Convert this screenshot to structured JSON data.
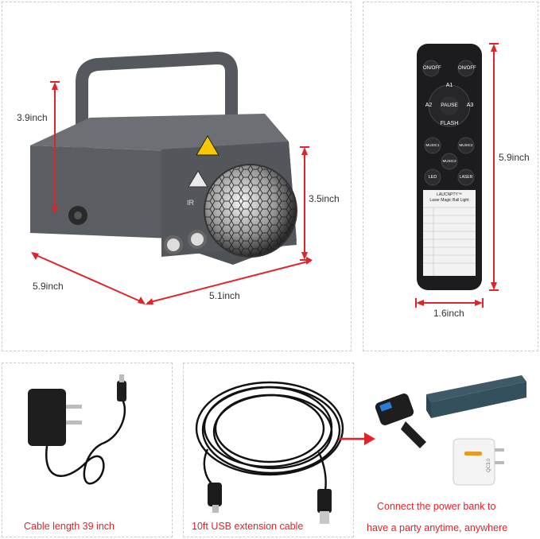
{
  "dimensions": {
    "height": "3.9inch",
    "width": "5.9inch",
    "depth": "5.1inch",
    "front_height": "3.5inch",
    "remote_length": "5.9inch",
    "remote_width": "1.6inch"
  },
  "device": {
    "ir_label": "IR"
  },
  "remote": {
    "buttons": [
      "ON/OFF",
      "ON/OFF",
      "A1",
      "A2",
      "PAUSE",
      "A3",
      "FLASH",
      "MUSIC1",
      "MUSIC2",
      "MUSIC3",
      "LED",
      "LASER"
    ],
    "label_title": "LAUCNPTY™",
    "label_subtitle": "Laser Magic Ball Light"
  },
  "captions": {
    "adapter": "Cable length 39 inch",
    "usb_cable": "10ft USB extension cable",
    "power_bank_line1": "Connect the power bank to",
    "power_bank_line2": "have a party anytime, anywhere"
  },
  "colors": {
    "accent": "#e0242a",
    "device": "#5e6064",
    "remote": "#1c1c1e"
  }
}
